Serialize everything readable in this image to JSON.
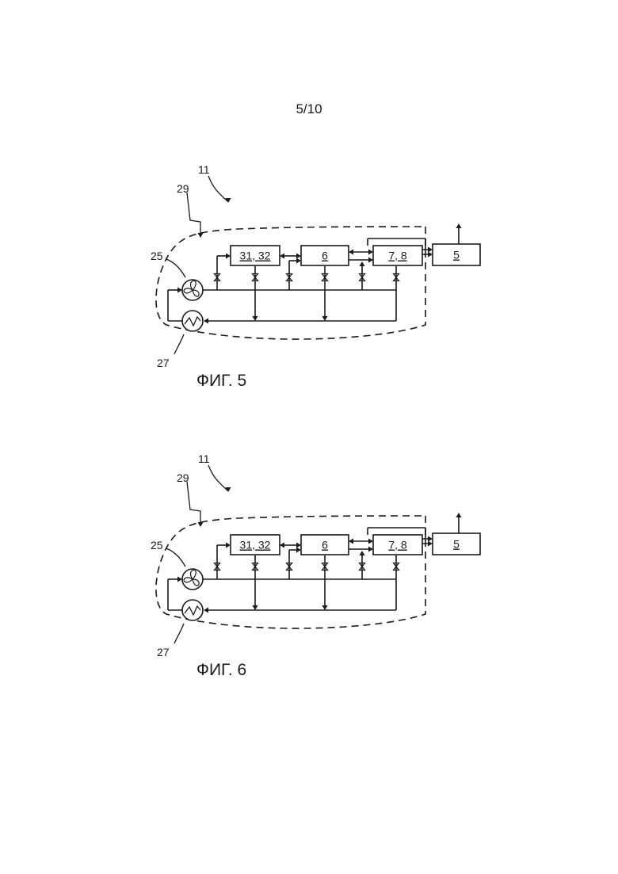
{
  "page_number": "5/10",
  "figures": [
    {
      "caption": "ФИГ. 5",
      "labels": {
        "system": "11",
        "boundary": "29",
        "fan": "25",
        "heat_exchanger": "27"
      },
      "blocks": [
        {
          "parts": [
            "31",
            "32"
          ]
        },
        {
          "parts": [
            "6"
          ]
        },
        {
          "parts": [
            "7",
            "8"
          ]
        },
        {
          "parts": [
            "5"
          ]
        }
      ]
    },
    {
      "caption": "ФИГ. 6",
      "labels": {
        "system": "11",
        "boundary": "29",
        "fan": "25",
        "heat_exchanger": "27"
      },
      "blocks": [
        {
          "parts": [
            "31",
            "32"
          ]
        },
        {
          "parts": [
            "6"
          ]
        },
        {
          "parts": [
            "7",
            "8"
          ]
        },
        {
          "parts": [
            "5"
          ]
        }
      ]
    }
  ]
}
